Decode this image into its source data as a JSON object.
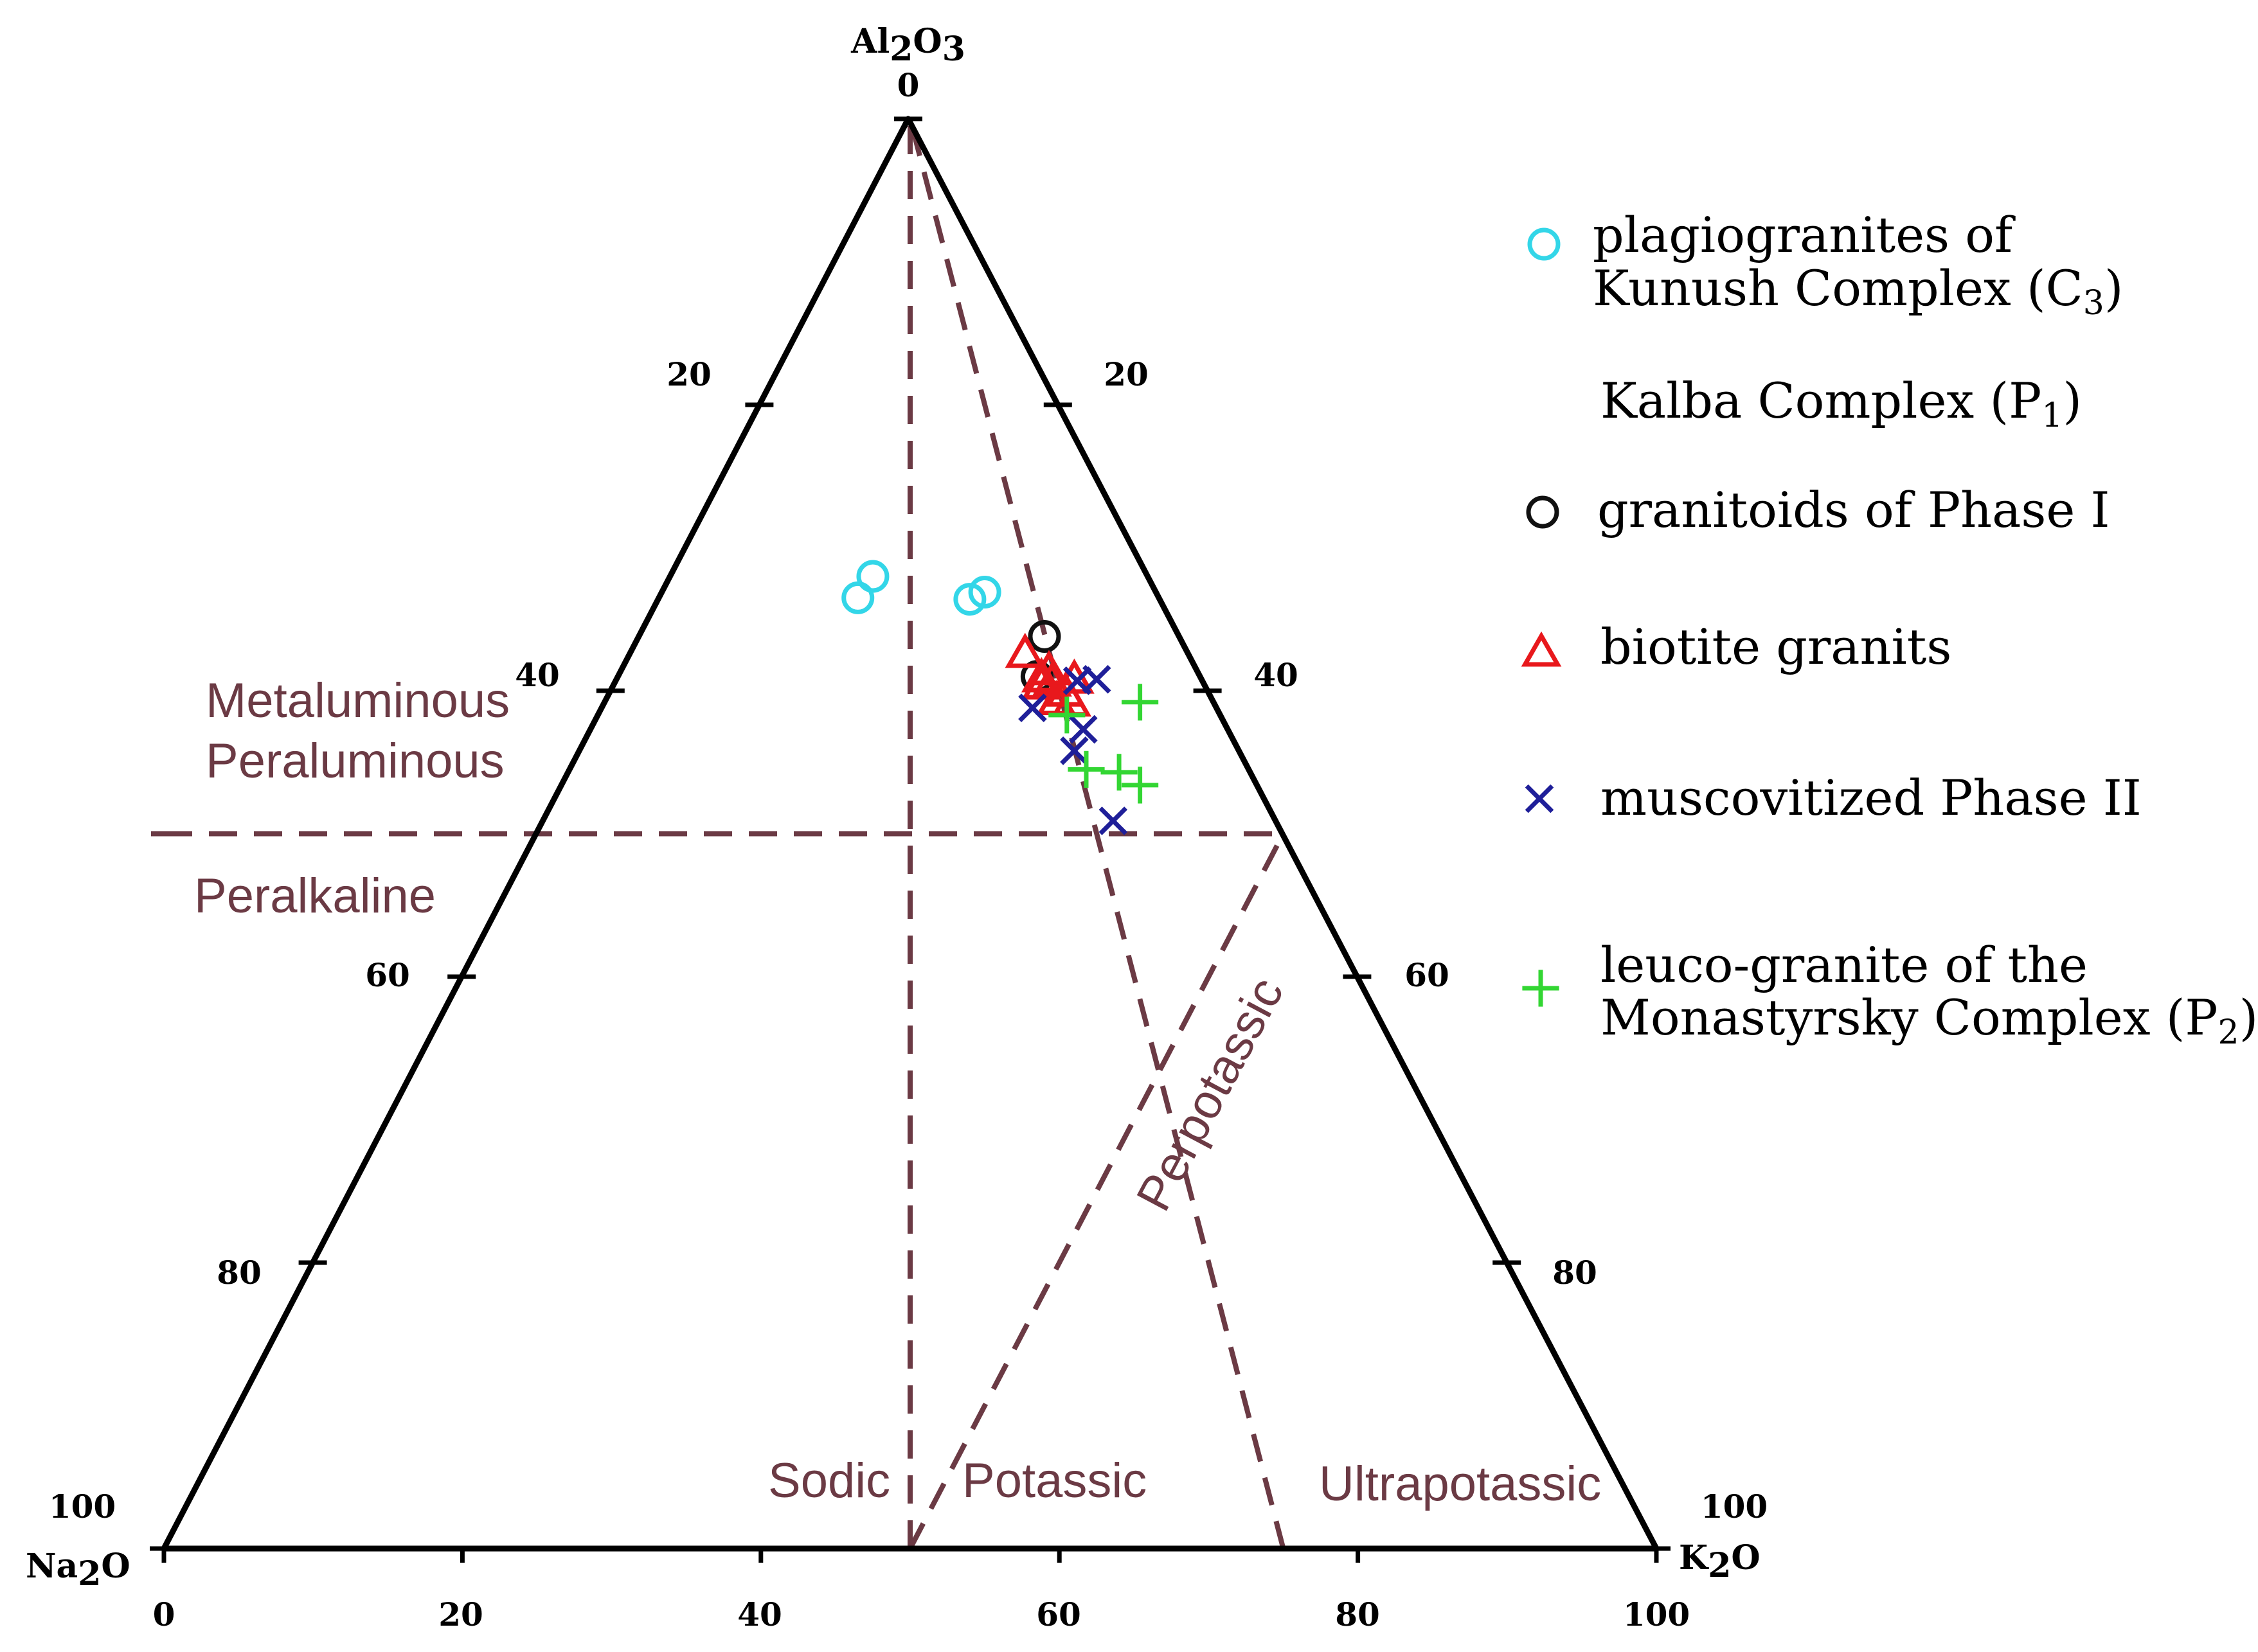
{
  "chart_data": {
    "type": "ternary-scatter",
    "apex_labels": {
      "top": {
        "base": "Al",
        "sub1": "2",
        "mid": "O",
        "sub2": "3"
      },
      "left": {
        "base": "Na",
        "sub1": "2",
        "mid": "O"
      },
      "right": {
        "base": "K",
        "sub1": "2",
        "mid": "O"
      }
    },
    "axes": {
      "bottom_ticks": [
        "0",
        "20",
        "40",
        "60",
        "80",
        "100"
      ],
      "left_ticks": [
        "0",
        "20",
        "40",
        "60",
        "80",
        "100"
      ],
      "right_ticks": [
        "20",
        "40",
        "60",
        "80",
        "100"
      ]
    },
    "field_labels": {
      "metaluminous": "Metaluminous",
      "peraluminous": "Peraluminous",
      "peralkaline": "Peralkaline",
      "perpotassic": "Perpotassic",
      "sodic": "Sodic",
      "potassic": "Potassic",
      "ultrapotassic": "Ultrapotassic"
    },
    "boundaries": [
      {
        "name": "alumina-saturation",
        "points": [
          [
            0,
            50
          ],
          [
            75,
            50
          ]
        ]
      },
      {
        "name": "sodic-potassic",
        "points": [
          [
            50,
            0
          ],
          [
            50,
            100
          ]
        ]
      },
      {
        "name": "ultrapotassic",
        "points": [
          [
            75,
            0
          ],
          [
            50,
            100
          ]
        ]
      },
      {
        "name": "perpotassic",
        "points": [
          [
            50,
            0
          ],
          [
            75,
            50
          ]
        ]
      }
    ],
    "series": [
      {
        "key": "s1",
        "marker": "circle",
        "color": "#33d6e8",
        "legend_line1": "plagiogranites of",
        "legend_line2": "Kunush Complex (C",
        "legend_sub": "3",
        "legend_tail": ")",
        "points": [
          [
            46.5,
            66.5
          ],
          [
            47.5,
            68
          ],
          [
            54,
            66.4
          ],
          [
            55,
            66.9
          ]
        ]
      },
      {
        "key": "s2",
        "marker": "circle",
        "color": "#111111",
        "legend_header": "Kalba Complex (P",
        "legend_header_sub": "1",
        "legend_header_tail": ")",
        "legend_line1": "granitoids of Phase I",
        "points": [
          [
            59,
            63.8
          ],
          [
            58.5,
            61
          ]
        ]
      },
      {
        "key": "s3",
        "marker": "triangle",
        "color": "#e8181c",
        "legend_line1": "biotite granits",
        "points": [
          [
            57.7,
            62.6
          ],
          [
            58.8,
            60.4
          ],
          [
            59.5,
            60.6
          ],
          [
            59.8,
            59.3
          ],
          [
            59.3,
            61.4
          ],
          [
            61,
            60.8
          ],
          [
            60.8,
            59.2
          ],
          [
            58.8,
            60.9
          ],
          [
            60.4,
            59.9
          ]
        ]
      },
      {
        "key": "s4",
        "marker": "cross",
        "color": "#1f1f99",
        "legend_line1": "muscovitized Phase II",
        "points": [
          [
            58.2,
            58.8
          ],
          [
            61.2,
            60.7
          ],
          [
            62.5,
            60.8
          ],
          [
            61.6,
            57.3
          ],
          [
            61,
            55.8
          ],
          [
            63.6,
            50.9
          ]
        ]
      },
      {
        "key": "s5",
        "marker": "plus",
        "color": "#33d633",
        "legend_line1": "leuco-granite of the",
        "legend_line2": "Monastyrsky Complex (P",
        "legend_sub": "2",
        "legend_tail": ")",
        "points": [
          [
            61.8,
            54.5
          ],
          [
            64,
            54.3
          ],
          [
            65.4,
            53.4
          ],
          [
            65.4,
            59.2
          ],
          [
            60.5,
            58.3
          ]
        ]
      }
    ]
  }
}
